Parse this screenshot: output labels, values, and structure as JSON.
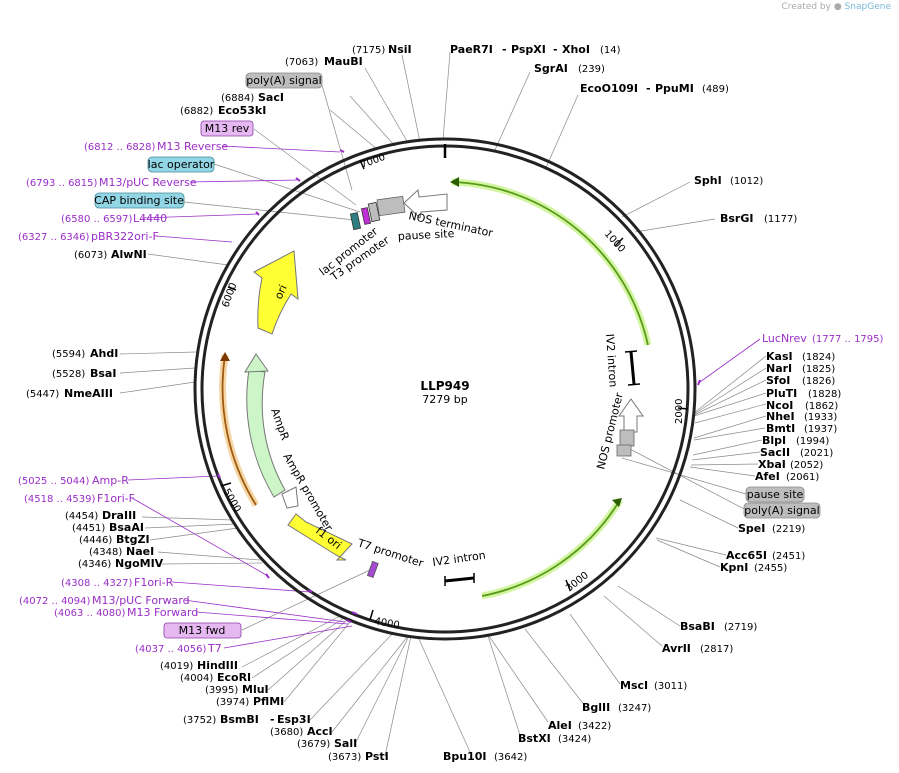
{
  "watermark": {
    "prefix": "Created by",
    "brand": "SnapGene"
  },
  "plasmid": {
    "name": "LLP949",
    "size": "7279 bp"
  },
  "ticks": [
    "1000",
    "2000",
    "3000",
    "4000",
    "5000",
    "6000",
    "7000"
  ],
  "features": {
    "iv2_intron_1": "IV2 intron",
    "iv2_intron_2": "IV2 intron",
    "nos_promoter": "NOS promoter",
    "nos_terminator": "NOS terminator",
    "pause_site": "pause site",
    "lac_promoter": "lac promoter",
    "t3_promoter": "T3 promoter",
    "ori": "ori",
    "ampr": "AmpR",
    "ampr_promoter": "AmpR promoter",
    "f1_ori": "f1 ori",
    "t7_promoter": "T7 promoter"
  },
  "enzymes": [
    {
      "name": "NsiI",
      "pos": "(7175)"
    },
    {
      "name": "MauBI",
      "pos": "(7063)"
    },
    {
      "name": "SacI",
      "pos": "(6884)"
    },
    {
      "name": "Eco53kI",
      "pos": "(6882)"
    },
    {
      "name": "AlwNI",
      "pos": "(6073)"
    },
    {
      "name": "AhdI",
      "pos": "(5594)"
    },
    {
      "name": "BsaI",
      "pos": "(5528)"
    },
    {
      "name": "NmeAIII",
      "pos": "(5447)"
    },
    {
      "name": "DraIII",
      "pos": "(4454)"
    },
    {
      "name": "BsaAI",
      "pos": "(4451)"
    },
    {
      "name": "BtgZI",
      "pos": "(4446)"
    },
    {
      "name": "NaeI",
      "pos": "(4348)"
    },
    {
      "name": "NgoMIV",
      "pos": "(4346)"
    },
    {
      "name": "HindIII",
      "pos": "(4019)"
    },
    {
      "name": "EcoRI",
      "pos": "(4004)"
    },
    {
      "name": "MluI",
      "pos": "(3995)"
    },
    {
      "name": "PflMI",
      "pos": "(3974)"
    },
    {
      "name": "BsmBI",
      "pos": "(3752)"
    },
    {
      "name": "AccI",
      "pos": "(3680)"
    },
    {
      "name": "SalI",
      "pos": "(3679)"
    },
    {
      "name": "PstI",
      "pos": "(3673)"
    },
    {
      "name": "Bpu10I",
      "pos": "(3642)"
    },
    {
      "name": "BstXI",
      "pos": "(3424)"
    },
    {
      "name": "AleI",
      "pos": "(3422)"
    },
    {
      "name": "BglII",
      "pos": "(3247)"
    },
    {
      "name": "MscI",
      "pos": "(3011)"
    },
    {
      "name": "AvrII",
      "pos": "(2817)"
    },
    {
      "name": "BsaBI",
      "pos": "(2719)"
    },
    {
      "name": "KpnI",
      "pos": "(2455)"
    },
    {
      "name": "Acc65I",
      "pos": "(2451)"
    },
    {
      "name": "SpeI",
      "pos": "(2219)"
    },
    {
      "name": "AfeI",
      "pos": "(2061)"
    },
    {
      "name": "XbaI",
      "pos": "(2052)"
    },
    {
      "name": "SacII",
      "pos": "(2021)"
    },
    {
      "name": "BlpI",
      "pos": "(1994)"
    },
    {
      "name": "BmtI",
      "pos": "(1937)"
    },
    {
      "name": "NheI",
      "pos": "(1933)"
    },
    {
      "name": "NcoI",
      "pos": "(1862)"
    },
    {
      "name": "PluTI",
      "pos": "(1828)"
    },
    {
      "name": "SfoI",
      "pos": "(1826)"
    },
    {
      "name": "NarI",
      "pos": "(1825)"
    },
    {
      "name": "KasI",
      "pos": "(1824)"
    },
    {
      "name": "BsrGI",
      "pos": "(1177)"
    },
    {
      "name": "SphI",
      "pos": "(1012)"
    },
    {
      "name": "EcoO109I",
      "pos": "(489)"
    },
    {
      "name": "PpuMI",
      "pos": ""
    },
    {
      "name": "SgrAI",
      "pos": "(239)"
    },
    {
      "name": "PaeR7I",
      "pos": ""
    },
    {
      "name": "PspXI",
      "pos": ""
    },
    {
      "name": "XhoI",
      "pos": "(14)"
    }
  ],
  "primers": [
    {
      "name": "M13 Reverse",
      "range": "(6812 .. 6828)"
    },
    {
      "name": "M13/pUC Reverse",
      "range": "(6793 .. 6815)"
    },
    {
      "name": "L4440",
      "range": "(6580 .. 6597)"
    },
    {
      "name": "pBR322ori-F",
      "range": "(6327 .. 6346)"
    },
    {
      "name": "LucNrev",
      "range": "(1777 .. 1795)"
    },
    {
      "name": "Amp-R",
      "range": "(5025 .. 5044)"
    },
    {
      "name": "F1ori-F",
      "range": "(4518 .. 4539)"
    },
    {
      "name": "F1ori-R",
      "range": "(4308 .. 4327)"
    },
    {
      "name": "M13/pUC Forward",
      "range": "(4072 .. 4094)"
    },
    {
      "name": "M13 Forward",
      "range": "(4063 .. 4080)"
    },
    {
      "name": "T7",
      "range": "(4037 .. 4056)"
    }
  ],
  "boxes": {
    "polya_top": "poly(A) signal",
    "m13_rev": "M13 rev",
    "lac_operator": "lac operator",
    "cap_site": "CAP binding site",
    "pause_right": "pause site",
    "polya_right": "poly(A) signal",
    "m13_fwd": "M13 fwd"
  },
  "colors": {
    "green_feature": "#7cc22a",
    "orange_feature": "#e0a040",
    "ampr_fill": "#ccf5c8",
    "ori_fill": "#ffff33",
    "primer": "#9a2dc7",
    "gray_box": "#bdbdbd",
    "teal_box": "#92d6e6",
    "violet_box": "#e6b8f2"
  }
}
